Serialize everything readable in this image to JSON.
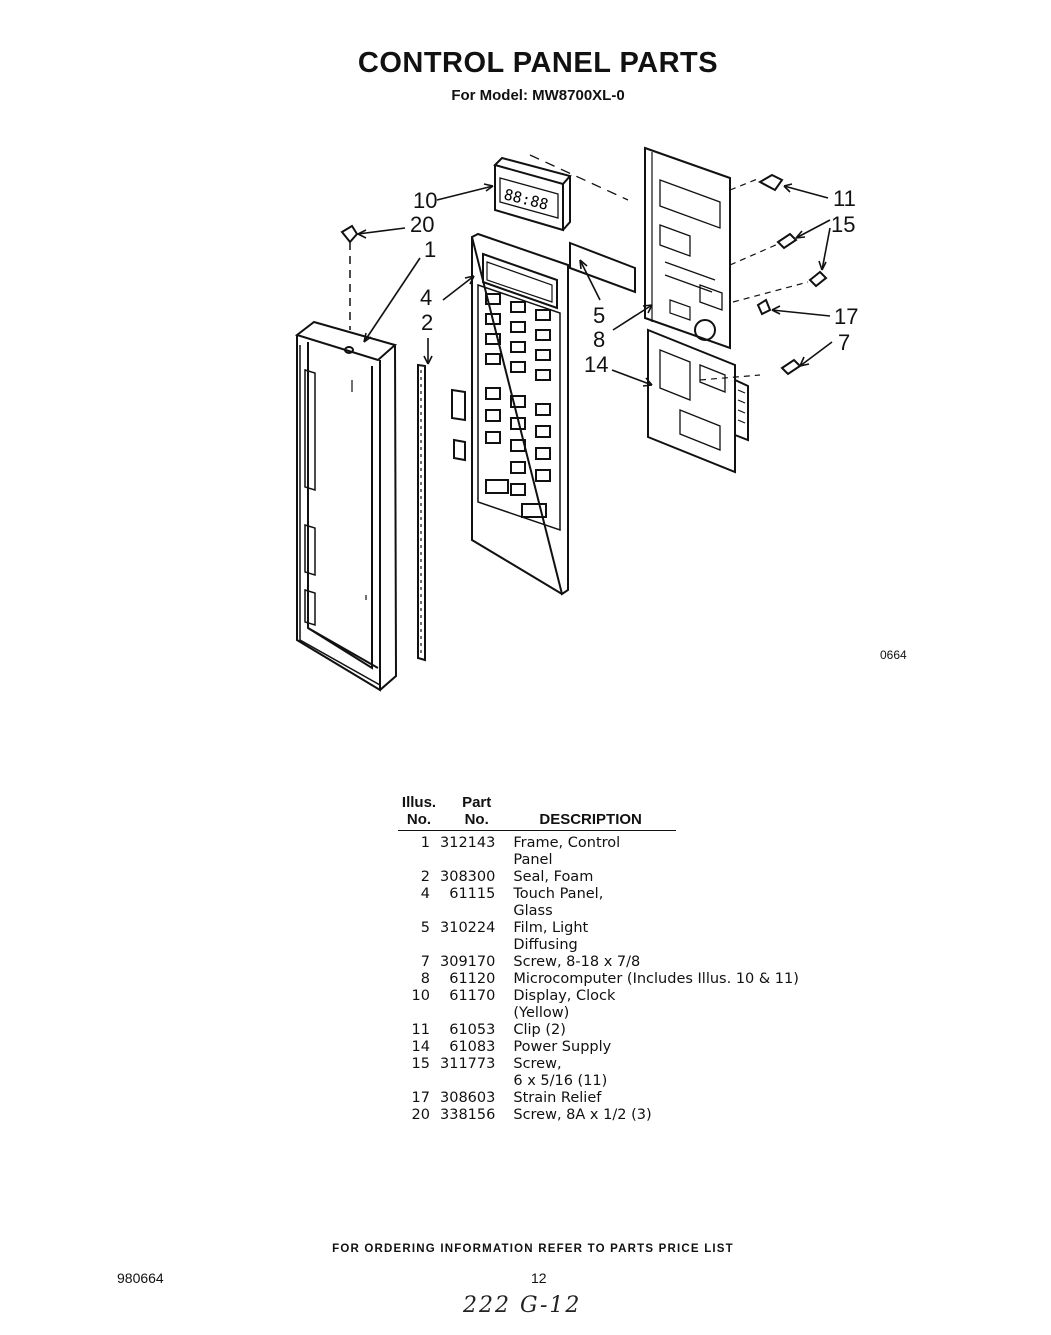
{
  "header": {
    "title": "CONTROL PANEL PARTS",
    "subtitle": "For Model: MW8700XL-0"
  },
  "diagram": {
    "callouts": [
      "10",
      "20",
      "1",
      "4",
      "2",
      "11",
      "15",
      "5",
      "8",
      "17",
      "7",
      "14"
    ],
    "display_digits": "88:88",
    "figure_code": "0664"
  },
  "table": {
    "headers": {
      "illus": "Illus.\nNo.",
      "part": "Part\nNo.",
      "description": "DESCRIPTION"
    },
    "rows": [
      {
        "illus": "1",
        "part": "312143",
        "description": "Frame, Control\nPanel"
      },
      {
        "illus": "2",
        "part": "308300",
        "description": "Seal, Foam"
      },
      {
        "illus": "4",
        "part": "61115",
        "description": "Touch Panel,\nGlass"
      },
      {
        "illus": "5",
        "part": "310224",
        "description": "Film, Light\nDiffusing"
      },
      {
        "illus": "7",
        "part": "309170",
        "description": "Screw, 8-18 x 7/8"
      },
      {
        "illus": "8",
        "part": "61120",
        "description": "Microcomputer (Includes Illus. 10 & 11)"
      },
      {
        "illus": "10",
        "part": "61170",
        "description": "Display, Clock\n(Yellow)"
      },
      {
        "illus": "11",
        "part": "61053",
        "description": "Clip (2)"
      },
      {
        "illus": "14",
        "part": "61083",
        "description": "Power Supply"
      },
      {
        "illus": "15",
        "part": "311773",
        "description": "Screw,\n6 x 5/16 (11)"
      },
      {
        "illus": "17",
        "part": "308603",
        "description": "Strain Relief"
      },
      {
        "illus": "20",
        "part": "338156",
        "description": "Screw, 8A x 1/2 (3)"
      }
    ]
  },
  "footer": {
    "note": "FOR ORDERING INFORMATION REFER TO PARTS PRICE LIST",
    "doc_number": "980664",
    "page_number": "12",
    "handwritten": "222 G-12"
  }
}
